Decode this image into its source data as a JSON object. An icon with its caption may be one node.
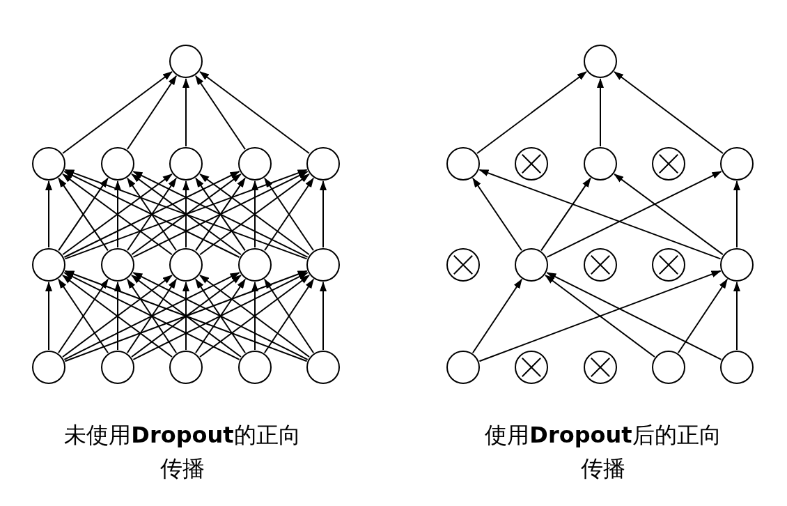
{
  "diagram": {
    "nodes": [
      {
        "text": [],
        "shape": "circle"
      },
      {
        "text": [],
        "shape": "circle"
      },
      {
        "text": [],
        "shape": "circle"
      },
      {
        "text": [],
        "shape": "circle"
      },
      {
        "text": [],
        "shape": "circle"
      },
      {
        "text": [],
        "shape": "circle"
      },
      {
        "text": [],
        "shape": "circle"
      },
      {
        "text": [],
        "shape": "circle"
      },
      {
        "text": [],
        "shape": "circle"
      },
      {
        "text": [],
        "shape": "circle"
      },
      {
        "text": [],
        "shape": "circle"
      },
      {
        "text": [],
        "shape": "circle"
      },
      {
        "text": [],
        "shape": "circle"
      },
      {
        "text": [],
        "shape": "circle"
      },
      {
        "text": [],
        "shape": "circle"
      },
      {
        "text": [],
        "shape": "circle"
      },
      {
        "text": [],
        "shape": "circle"
      },
      {
        "text": [],
        "shape": "circle"
      },
      {
        "text": [],
        "shape": "crossed-circle"
      },
      {
        "text": [],
        "shape": "circle"
      },
      {
        "text": [],
        "shape": "crossed-circle"
      },
      {
        "text": [],
        "shape": "circle"
      },
      {
        "text": [],
        "shape": "crossed-circle"
      },
      {
        "text": [],
        "shape": "circle"
      },
      {
        "text": [],
        "shape": "crossed-circle"
      },
      {
        "text": [],
        "shape": "crossed-circle"
      },
      {
        "text": [],
        "shape": "circle"
      },
      {
        "text": [],
        "shape": "circle"
      },
      {
        "text": [],
        "shape": "crossed-circle"
      },
      {
        "text": [],
        "shape": "crossed-circle"
      },
      {
        "text": [],
        "shape": "circle"
      },
      {
        "text": [],
        "shape": "circle"
      }
    ],
    "edges": [
      {
        "from": 11,
        "to": 6,
        "arrow": "to"
      },
      {
        "from": 11,
        "to": 7,
        "arrow": "to"
      },
      {
        "from": 11,
        "to": 8,
        "arrow": "to"
      },
      {
        "from": 11,
        "to": 9,
        "arrow": "to"
      },
      {
        "from": 11,
        "to": 10,
        "arrow": "to"
      },
      {
        "from": 12,
        "to": 6,
        "arrow": "to"
      },
      {
        "from": 12,
        "to": 7,
        "arrow": "to"
      },
      {
        "from": 12,
        "to": 8,
        "arrow": "to"
      },
      {
        "from": 12,
        "to": 9,
        "arrow": "to"
      },
      {
        "from": 12,
        "to": 10,
        "arrow": "to"
      },
      {
        "from": 13,
        "to": 6,
        "arrow": "to"
      },
      {
        "from": 13,
        "to": 7,
        "arrow": "to"
      },
      {
        "from": 13,
        "to": 8,
        "arrow": "to"
      },
      {
        "from": 13,
        "to": 9,
        "arrow": "to"
      },
      {
        "from": 13,
        "to": 10,
        "arrow": "to"
      },
      {
        "from": 14,
        "to": 6,
        "arrow": "to"
      },
      {
        "from": 14,
        "to": 7,
        "arrow": "to"
      },
      {
        "from": 14,
        "to": 8,
        "arrow": "to"
      },
      {
        "from": 14,
        "to": 9,
        "arrow": "to"
      },
      {
        "from": 14,
        "to": 10,
        "arrow": "to"
      },
      {
        "from": 15,
        "to": 6,
        "arrow": "to"
      },
      {
        "from": 15,
        "to": 7,
        "arrow": "to"
      },
      {
        "from": 15,
        "to": 8,
        "arrow": "to"
      },
      {
        "from": 15,
        "to": 9,
        "arrow": "to"
      },
      {
        "from": 15,
        "to": 10,
        "arrow": "to"
      },
      {
        "from": 6,
        "to": 1,
        "arrow": "to"
      },
      {
        "from": 6,
        "to": 2,
        "arrow": "to"
      },
      {
        "from": 6,
        "to": 3,
        "arrow": "to"
      },
      {
        "from": 6,
        "to": 4,
        "arrow": "to"
      },
      {
        "from": 6,
        "to": 5,
        "arrow": "to"
      },
      {
        "from": 7,
        "to": 1,
        "arrow": "to"
      },
      {
        "from": 7,
        "to": 2,
        "arrow": "to"
      },
      {
        "from": 7,
        "to": 3,
        "arrow": "to"
      },
      {
        "from": 7,
        "to": 4,
        "arrow": "to"
      },
      {
        "from": 7,
        "to": 5,
        "arrow": "to"
      },
      {
        "from": 8,
        "to": 1,
        "arrow": "to"
      },
      {
        "from": 8,
        "to": 2,
        "arrow": "to"
      },
      {
        "from": 8,
        "to": 3,
        "arrow": "to"
      },
      {
        "from": 8,
        "to": 4,
        "arrow": "to"
      },
      {
        "from": 8,
        "to": 5,
        "arrow": "to"
      },
      {
        "from": 9,
        "to": 1,
        "arrow": "to"
      },
      {
        "from": 9,
        "to": 2,
        "arrow": "to"
      },
      {
        "from": 9,
        "to": 3,
        "arrow": "to"
      },
      {
        "from": 9,
        "to": 4,
        "arrow": "to"
      },
      {
        "from": 9,
        "to": 5,
        "arrow": "to"
      },
      {
        "from": 10,
        "to": 1,
        "arrow": "to"
      },
      {
        "from": 10,
        "to": 2,
        "arrow": "to"
      },
      {
        "from": 10,
        "to": 3,
        "arrow": "to"
      },
      {
        "from": 10,
        "to": 4,
        "arrow": "to"
      },
      {
        "from": 10,
        "to": 5,
        "arrow": "to"
      },
      {
        "from": 1,
        "to": 0,
        "arrow": "to"
      },
      {
        "from": 2,
        "to": 0,
        "arrow": "to"
      },
      {
        "from": 3,
        "to": 0,
        "arrow": "to"
      },
      {
        "from": 4,
        "to": 0,
        "arrow": "to"
      },
      {
        "from": 5,
        "to": 0,
        "arrow": "to"
      },
      {
        "from": 27,
        "to": 23,
        "arrow": "to"
      },
      {
        "from": 27,
        "to": 26,
        "arrow": "to"
      },
      {
        "from": 30,
        "to": 23,
        "arrow": "to"
      },
      {
        "from": 30,
        "to": 26,
        "arrow": "to"
      },
      {
        "from": 31,
        "to": 23,
        "arrow": "to"
      },
      {
        "from": 31,
        "to": 26,
        "arrow": "to"
      },
      {
        "from": 23,
        "to": 17,
        "arrow": "to"
      },
      {
        "from": 23,
        "to": 19,
        "arrow": "to"
      },
      {
        "from": 23,
        "to": 21,
        "arrow": "to"
      },
      {
        "from": 26,
        "to": 17,
        "arrow": "to"
      },
      {
        "from": 26,
        "to": 19,
        "arrow": "to"
      },
      {
        "from": 26,
        "to": 21,
        "arrow": "to"
      },
      {
        "from": 17,
        "to": 16,
        "arrow": "to"
      },
      {
        "from": 19,
        "to": 16,
        "arrow": "to"
      },
      {
        "from": 21,
        "to": 16,
        "arrow": "to"
      }
    ],
    "labels": [
      "未使用**Dropout**的正向传播",
      "使用**Dropout**后的正向传播"
    ]
  }
}
